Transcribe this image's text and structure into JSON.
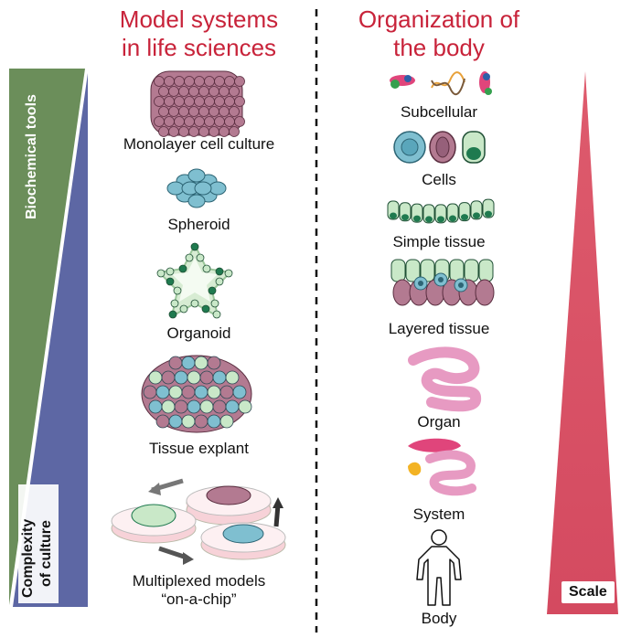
{
  "headings": {
    "model_systems_line1": "Model systems",
    "model_systems_line2": "in life sciences",
    "organization_line1": "Organization of",
    "organization_line2": "the body"
  },
  "left_bar": {
    "top_label": "Biochemical tools",
    "bottom_label_line1": "Complexity",
    "bottom_label_line2": "of culture",
    "colors": {
      "green": "#6b8e5a",
      "blue": "#5d67a4"
    }
  },
  "model_systems": [
    {
      "label": "Monolayer cell culture"
    },
    {
      "label": "Spheroid"
    },
    {
      "label": "Organoid"
    },
    {
      "label": "Tissue explant"
    },
    {
      "label": "Multiplexed models"
    },
    {
      "label": "“on-a-chip”"
    }
  ],
  "body_organization": [
    {
      "label": "Subcellular"
    },
    {
      "label": "Cells"
    },
    {
      "label": "Simple tissue"
    },
    {
      "label": "Layered tissue"
    },
    {
      "label": "Organ"
    },
    {
      "label": "System"
    },
    {
      "label": "Body"
    }
  ],
  "scale_bar": {
    "label": "Scale",
    "color": "#de5b6d"
  },
  "colors": {
    "heading": "#c8233a",
    "mauve": "#b37a91",
    "teal": "#7fbfd0",
    "mint": "#c9e8c8",
    "green_dark": "#1f7a4f",
    "pink": "#e79ac2",
    "magenta": "#e0457b",
    "orange": "#f3b324"
  }
}
